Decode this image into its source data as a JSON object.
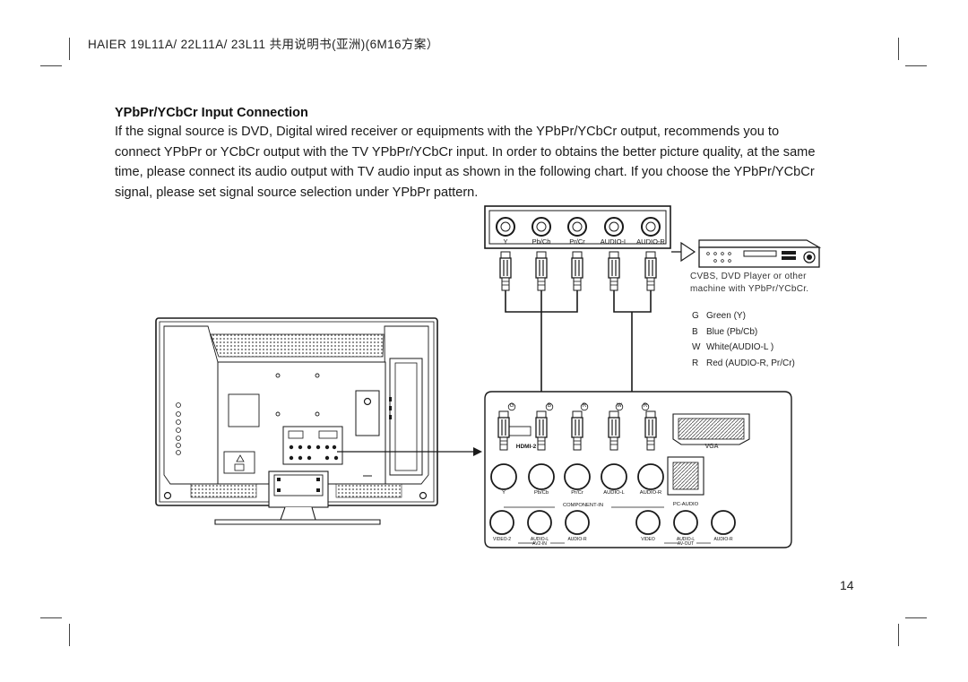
{
  "header": {
    "text": "HAIER 19L11A/ 22L11A/ 23L11 共用说明书(亚洲)(6M16方案）"
  },
  "section": {
    "title": "YPbPr/YCbCr Input Connection",
    "lines": [
      "If the signal source is DVD, Digital wired receiver or equipments with the YPbPr/YCbCr output, recommends you to",
      "connect YPbPr or YCbCr output with the TV YPbPr/YCbCr input. In order to obtains the better picture quality, at the same",
      "time, please connect its audio output with TV audio input as shown in the following chart. If you choose the YPbPr/YCbCr",
      "signal, please set signal source selection under YPbPr pattern."
    ]
  },
  "source_panel": {
    "labels": [
      "Y",
      "Pb/Cb",
      "Pr/Cr",
      "AUDIO-L",
      "AUDIO-R"
    ]
  },
  "dvd": {
    "caption_line1": "CVBS, DVD  Player or other",
    "caption_line2": "machine with YPbPr/YCbCr."
  },
  "legend": [
    {
      "code": "G",
      "text": "Green (Y)"
    },
    {
      "code": "B",
      "text": "Blue (Pb/Cb)"
    },
    {
      "code": "W",
      "text": "White(AUDIO-L )"
    },
    {
      "code": "R",
      "text": "Red (AUDIO-R, Pr/Cr)"
    }
  ],
  "tv_panel": {
    "plug_letters": [
      "G",
      "B",
      "R",
      "W",
      "R"
    ],
    "hdmi_label": "HDMI-2",
    "vga_label": "VGA",
    "component_labels": [
      "Y",
      "Pb/Cb",
      "Pr/Cr",
      "AUDIO-L",
      "AUDIO-R"
    ],
    "component_in": "COMPONENT-IN",
    "pc_audio": "PC-AUDIO",
    "bottom_labels": [
      "VIDEO-2",
      "AUDIO-L",
      "AUDIO-R",
      "VIDEO",
      "AUDIO-L",
      "AUDIO-R"
    ],
    "av2_in": "AV2-IN",
    "av_out": "AV-OUT"
  },
  "page_number": "14",
  "colors": {
    "line": "#1a1a1a",
    "panel_fill": "#ffffff",
    "hatch": "#555555"
  }
}
